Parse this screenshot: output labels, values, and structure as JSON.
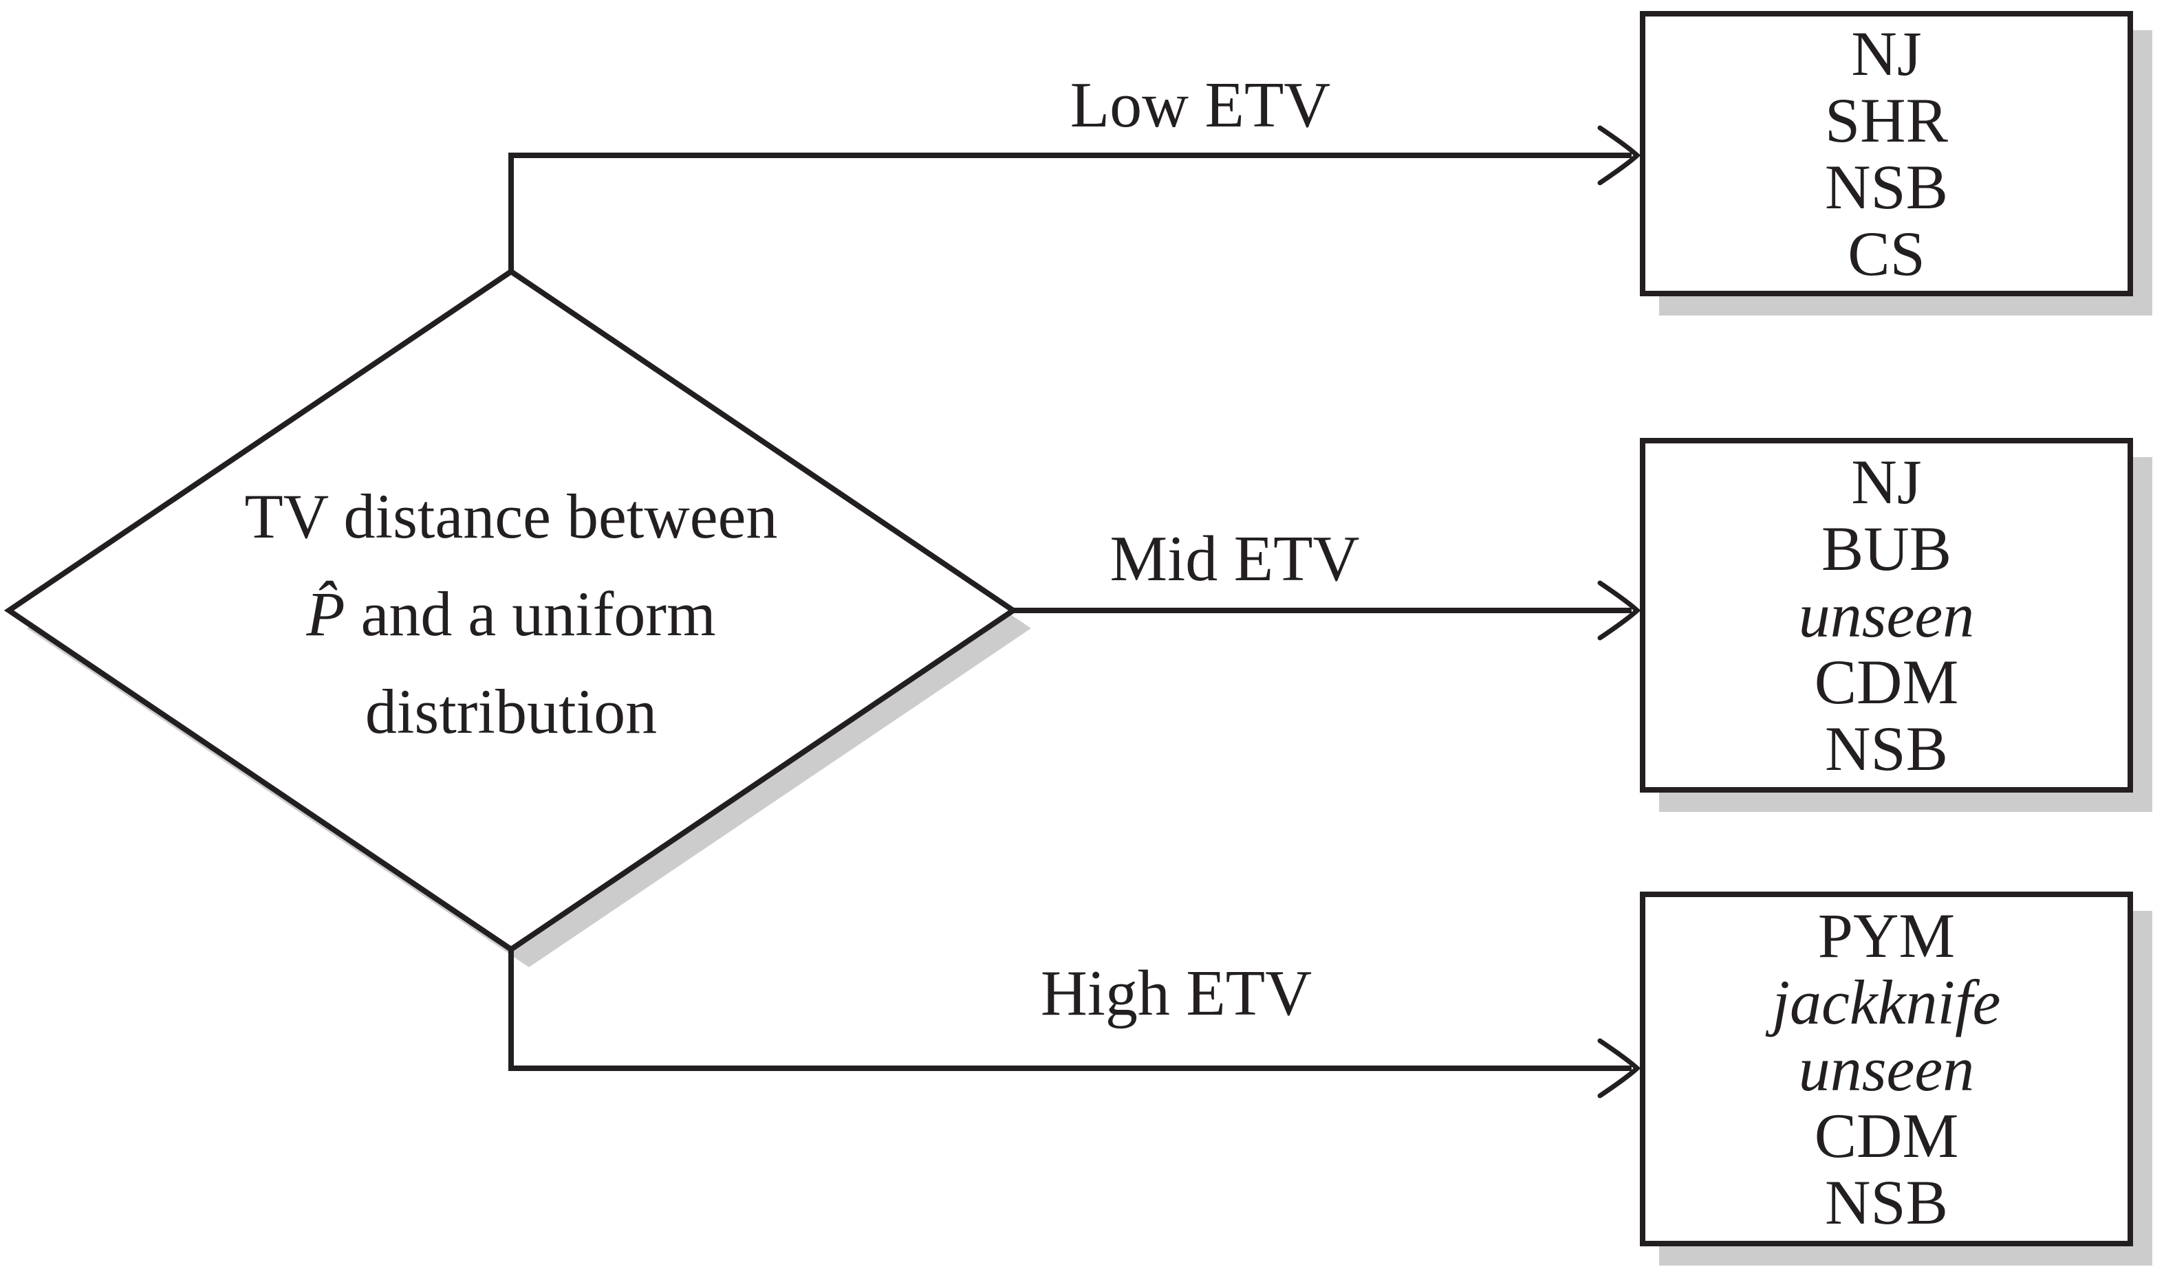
{
  "figure": {
    "background": "#ffffff",
    "ink": "#231f20",
    "shadow": "#cccccc",
    "decision": {
      "line1": "TV distance between",
      "line2_math": "P̂",
      "line2_rest": " and a uniform",
      "line3": "distribution"
    },
    "branches": [
      {
        "label": "Low ETV",
        "items": [
          "NJ",
          "SHR",
          "NSB",
          "CS"
        ]
      },
      {
        "label": "Mid ETV",
        "items": [
          "NJ",
          "BUB",
          "unseen",
          "CDM",
          "NSB"
        ]
      },
      {
        "label": "High ETV",
        "items": [
          "PYM",
          "jackknife",
          "unseen",
          "CDM",
          "NSB"
        ]
      }
    ]
  }
}
